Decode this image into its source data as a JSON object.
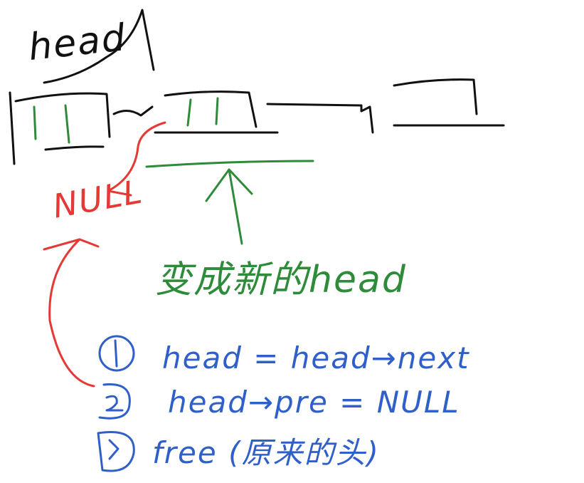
{
  "title_text": "head",
  "null_label": "NULL",
  "new_head_label": "变成新的head",
  "steps": [
    {
      "marker": "1",
      "text": "head = head→next"
    },
    {
      "marker": "2",
      "text": "head→pre = NULL"
    },
    {
      "marker": "3",
      "text": "free (原来的头)"
    }
  ],
  "colors": {
    "ink": "#111111",
    "green": "#2e8b3a",
    "red": "#e53935",
    "blue": "#2f5fc8"
  }
}
